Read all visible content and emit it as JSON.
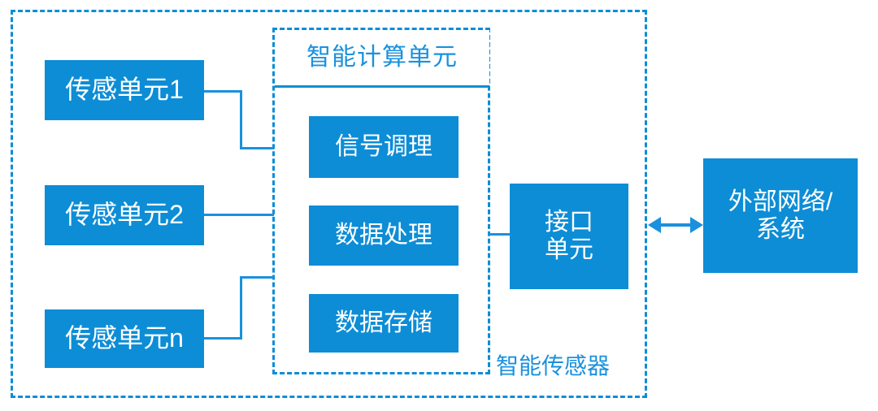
{
  "diagram": {
    "title_caption": "智能传感器",
    "accent_color": "#0d8dd6",
    "line_color": "#1a91de",
    "block_text_color": "#ffffff",
    "background_color": "#ffffff"
  },
  "outer_container": {
    "name": "智能传感器",
    "caption": "智能传感器",
    "border_style": "dashed"
  },
  "compute_unit": {
    "title": "智能计算单元",
    "border_style": "dashed",
    "modules": [
      {
        "label": "信号调理"
      },
      {
        "label": "数据处理"
      },
      {
        "label": "数据存储"
      }
    ]
  },
  "sensing_units": [
    {
      "label": "传感单元1"
    },
    {
      "label": "传感单元2"
    },
    {
      "label": "传感单元n"
    }
  ],
  "interface_unit": {
    "label": "接口\n单元"
  },
  "external": {
    "label": "外部网络/\n系统"
  },
  "connectors": {
    "bidirectional_arrow": "双向箭头"
  }
}
